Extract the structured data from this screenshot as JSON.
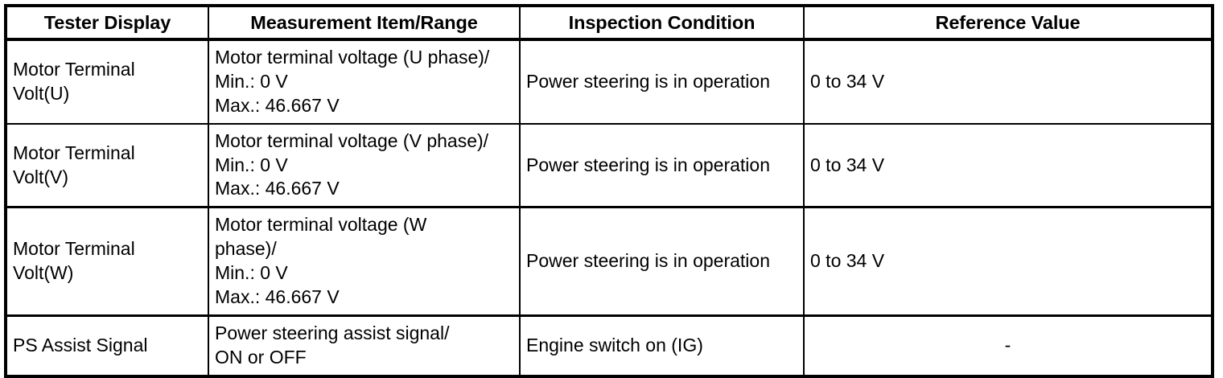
{
  "table": {
    "headers": [
      "Tester Display",
      "Measurement Item/Range",
      "Inspection Condition",
      "Reference Value"
    ],
    "rows": [
      {
        "tester_display": [
          "Motor Terminal",
          "Volt(U)"
        ],
        "measurement": [
          "Motor terminal voltage (U phase)/",
          "Min.: 0 V",
          "Max.: 46.667 V"
        ],
        "condition": "Power steering is in operation",
        "reference": "0 to 34 V"
      },
      {
        "tester_display": [
          "Motor Terminal",
          "Volt(V)"
        ],
        "measurement": [
          "Motor terminal voltage (V phase)/",
          "Min.: 0 V",
          "Max.: 46.667 V"
        ],
        "condition": "Power steering is in operation",
        "reference": "0 to 34 V"
      },
      {
        "tester_display": [
          "Motor Terminal",
          "Volt(W)"
        ],
        "measurement": [
          "Motor terminal voltage (W",
          "phase)/",
          "Min.: 0 V",
          "Max.: 46.667 V"
        ],
        "condition": "Power steering is in operation",
        "reference": "0 to 34 V"
      },
      {
        "tester_display": [
          "PS Assist Signal"
        ],
        "measurement": [
          "Power steering assist signal/",
          "ON or OFF"
        ],
        "condition": "Engine switch on (IG)",
        "reference": "-"
      }
    ]
  }
}
